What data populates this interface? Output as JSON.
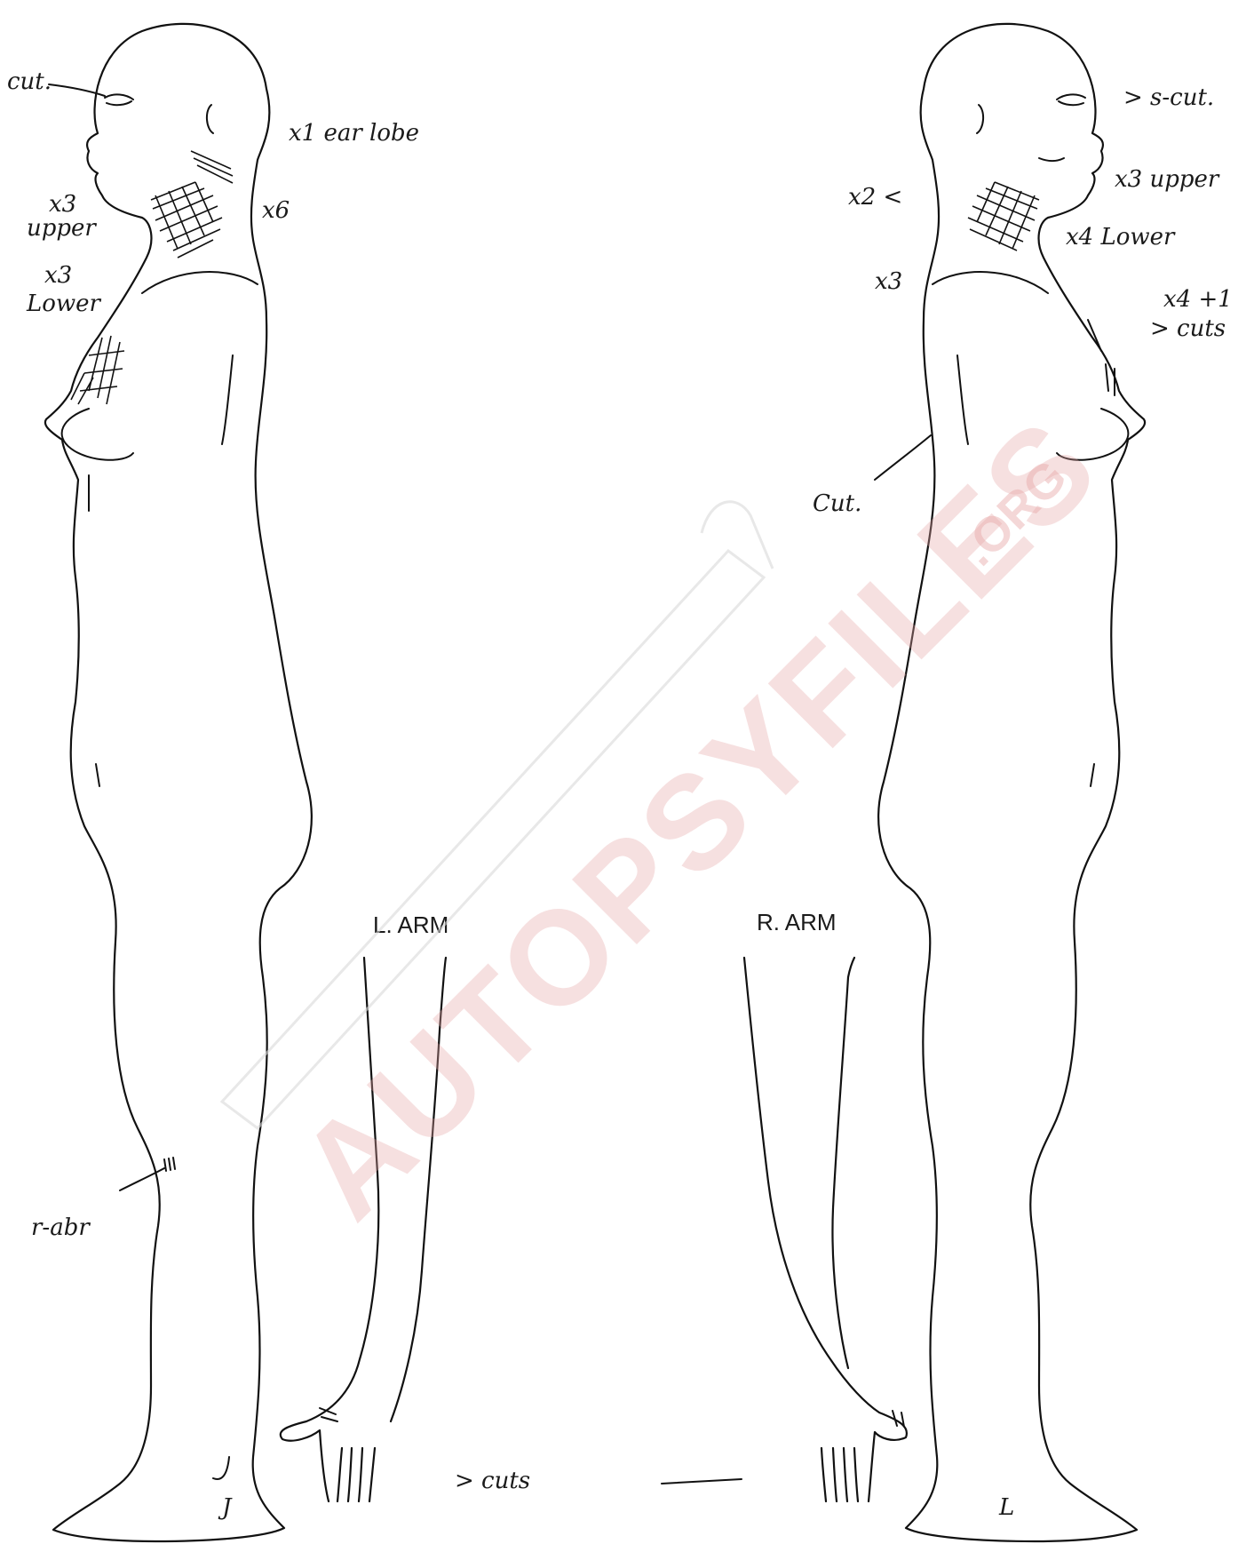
{
  "labels": {
    "left_arm": "L. ARM",
    "right_arm": "R. ARM"
  },
  "watermark": {
    "text": "AUTOPSYFILES",
    "suffix": ".ORG",
    "color": "#e7a7a7"
  },
  "annotations_left": {
    "eye_cut": "cut.",
    "ear": "x1 ear lobe",
    "neck_side": "x6",
    "upper_count": "x3",
    "upper": "upper",
    "lower_count": "x3",
    "lower": "Lower",
    "knee": "r-abr"
  },
  "annotations_right": {
    "face": "> s-cut.",
    "upper": "x3 upper",
    "lower": "x4 Lower",
    "neck_back": "x2 <",
    "shoulder": "x3",
    "chest_1": "x4 +1",
    "chest_2": "> cuts",
    "back_cut": "Cut."
  },
  "annotations_bottom": {
    "hand_cuts": "> cuts",
    "left_foot_mark": "J",
    "right_foot_mark": "L"
  }
}
